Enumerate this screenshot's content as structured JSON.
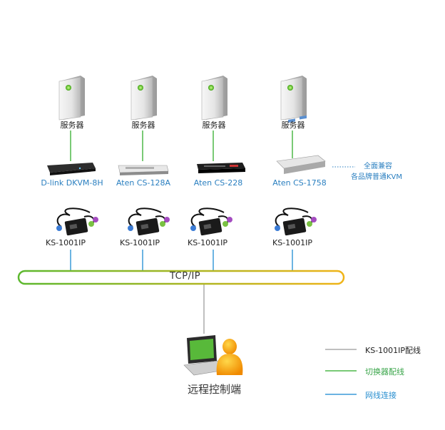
{
  "servers": [
    {
      "label": "服务器"
    },
    {
      "label": "服务器"
    },
    {
      "label": "服务器"
    },
    {
      "label": "服务器"
    }
  ],
  "switches": [
    {
      "label": "D-link DKVM-8H"
    },
    {
      "label": "Aten CS-128A"
    },
    {
      "label": "Aten CS-228"
    },
    {
      "label": "Aten CS-1758"
    }
  ],
  "adapters": [
    {
      "label": "KS-1001IP"
    },
    {
      "label": "KS-1001IP"
    },
    {
      "label": "KS-1001IP"
    },
    {
      "label": "KS-1001IP"
    }
  ],
  "compat_note": {
    "line1": "全面兼容",
    "line2": "各品牌普通KVM"
  },
  "network": {
    "label": "TCP/IP"
  },
  "remote": {
    "label": "远程控制端"
  },
  "legend": [
    {
      "label": "KS-1001IP配线",
      "color": "#aaaaaa"
    },
    {
      "label": "切换器配线",
      "color": "#4db848"
    },
    {
      "label": "网线连接",
      "color": "#3a9ad9"
    }
  ],
  "colors": {
    "gray_wire": "#aaaaaa",
    "green_wire": "#4db848",
    "blue_wire": "#3a9ad9",
    "bus_left": "#5cb82e",
    "bus_right": "#f0b418"
  }
}
